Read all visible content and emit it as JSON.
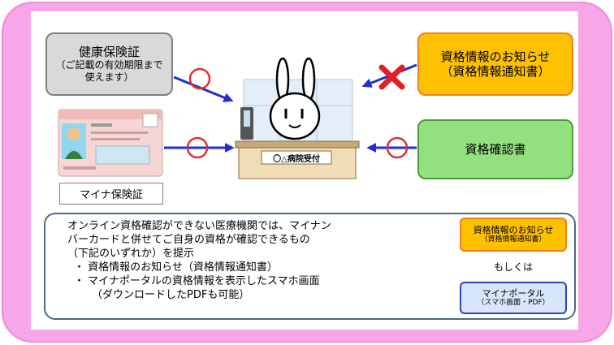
{
  "top_left_box": {
    "title": "健康保険証",
    "note_line1": "（ご記載の有効期限まで",
    "note_line2": "使えます）"
  },
  "top_right_box": {
    "title": "資格情報のお知らせ",
    "subtitle": "（資格情報通知書）"
  },
  "mid_right_box": {
    "title": "資格確認書"
  },
  "card_label": "マイナ保険証",
  "reception_sign": "〇△病院受付",
  "bottom": {
    "line1": "オンライン資格確認ができない医療機関では、マイナン",
    "line2": "バーカードと併せてご自身の資格が確認できるもの",
    "line3": "（下記のいずれか）を提示",
    "bullet1": "・ 資格情報のお知らせ（資格情報通知書）",
    "bullet2": "・ マイナポータルの資格情報を表示したスマホ画面",
    "bullet2_sub": "（ダウンロードしたPDFも可能）",
    "option1_title": "資格情報のお知らせ",
    "option1_sub": "（資格情報通知書）",
    "or_text": "もしくは",
    "option2_title": "マイナポータル",
    "option2_sub": "（スマホ画面・PDF）"
  },
  "colors": {
    "frame": "#f7a6e8",
    "arrow": "#1f2fd0",
    "circle": "#e03030",
    "cross": "#e02020",
    "orange": "#ffc000",
    "green": "#93e07f"
  }
}
